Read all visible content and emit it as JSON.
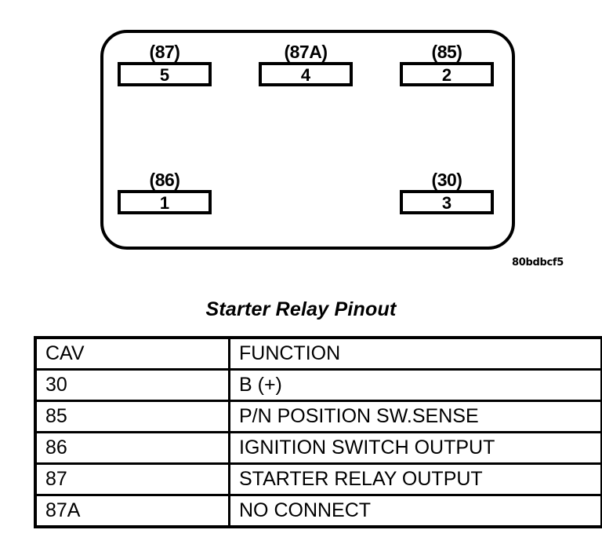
{
  "diagram": {
    "name": "starter-relay-terminal-diagram",
    "figure_code": "80bdbcf5",
    "terminals": [
      {
        "label": "(87)",
        "cavity": "5",
        "position": "top-left"
      },
      {
        "label": "(87A)",
        "cavity": "4",
        "position": "top-center"
      },
      {
        "label": "(85)",
        "cavity": "2",
        "position": "top-right"
      },
      {
        "label": "(86)",
        "cavity": "1",
        "position": "bottom-left"
      },
      {
        "label": "(30)",
        "cavity": "3",
        "position": "bottom-right"
      }
    ]
  },
  "title": "Starter Relay Pinout",
  "table": {
    "headers": [
      "CAV",
      "FUNCTION"
    ],
    "rows": [
      {
        "cav": "30",
        "function": "B (+)"
      },
      {
        "cav": "85",
        "function": "P/N POSITION SW.SENSE"
      },
      {
        "cav": "86",
        "function": "IGNITION SWITCH OUTPUT"
      },
      {
        "cav": "87",
        "function": "STARTER RELAY OUTPUT"
      },
      {
        "cav": "87A",
        "function": "NO CONNECT"
      }
    ]
  },
  "colors": {
    "ink": "#000000",
    "paper": "#ffffff"
  }
}
